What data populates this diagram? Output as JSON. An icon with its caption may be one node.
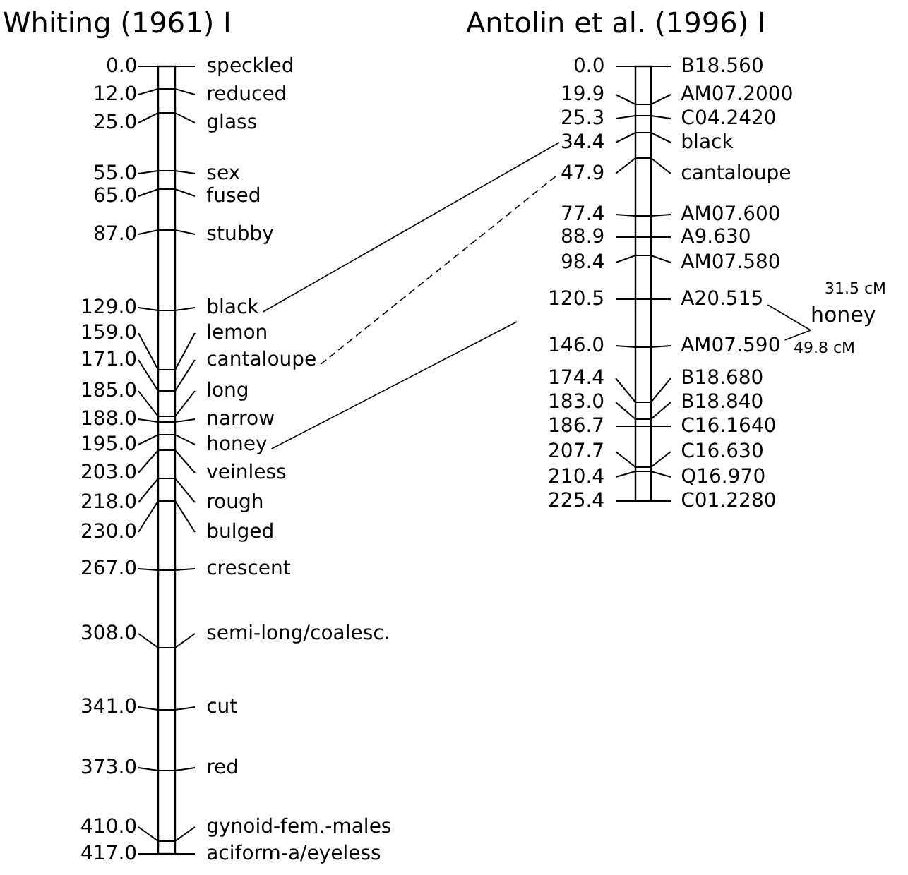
{
  "diagram": {
    "nodes": [
      {
        "text": [
          "0.0",
          "speckled"
        ]
      },
      {
        "text": [
          "12.0",
          "reduced"
        ]
      },
      {
        "text": [
          "25.0",
          "glass"
        ]
      },
      {
        "text": [
          "55.0",
          "sex"
        ]
      },
      {
        "text": [
          "65.0",
          "fused"
        ]
      },
      {
        "text": [
          "87.0",
          "stubby"
        ]
      },
      {
        "text": [
          "129.0",
          "black"
        ]
      },
      {
        "text": [
          "159.0",
          "lemon"
        ]
      },
      {
        "text": [
          "171.0",
          "cantaloupe"
        ]
      },
      {
        "text": [
          "185.0",
          "long"
        ]
      },
      {
        "text": [
          "188.0",
          "narrow"
        ]
      },
      {
        "text": [
          "195.0",
          "honey"
        ]
      },
      {
        "text": [
          "203.0",
          "veinless"
        ]
      },
      {
        "text": [
          "218.0",
          "rough"
        ]
      },
      {
        "text": [
          "230.0",
          "bulged"
        ]
      },
      {
        "text": [
          "267.0",
          "crescent"
        ]
      },
      {
        "text": [
          "308.0",
          "semi-long/coalesc."
        ]
      },
      {
        "text": [
          "341.0",
          "cut"
        ]
      },
      {
        "text": [
          "373.0",
          "red"
        ]
      },
      {
        "text": [
          "410.0",
          "gynoid-fem.-males"
        ]
      },
      {
        "text": [
          "417.0",
          "aciform-a/eyeless"
        ]
      },
      {
        "text": [
          "0.0",
          "B18.560"
        ]
      },
      {
        "text": [
          "19.9",
          "AM07.2000"
        ]
      },
      {
        "text": [
          "25.3",
          "C04.2420"
        ]
      },
      {
        "text": [
          "34.4",
          "black"
        ]
      },
      {
        "text": [
          "47.9",
          "cantaloupe"
        ]
      },
      {
        "text": [
          "77.4",
          "AM07.600"
        ]
      },
      {
        "text": [
          "88.9",
          "A9.630"
        ]
      },
      {
        "text": [
          "98.4",
          "AM07.580"
        ]
      },
      {
        "text": [
          "120.5",
          "A20.515"
        ]
      },
      {
        "text": [
          "146.0",
          "AM07.590"
        ]
      },
      {
        "text": [
          "174.4",
          "B18.680"
        ]
      },
      {
        "text": [
          "183.0",
          "B18.840"
        ]
      },
      {
        "text": [
          "186.7",
          "C16.1640"
        ]
      },
      {
        "text": [
          "207.7",
          "C16.630"
        ]
      },
      {
        "text": [
          "210.4",
          "Q16.970"
        ]
      },
      {
        "text": [
          "225.4",
          "C01.2280"
        ]
      },
      {
        "text": [
          "honey"
        ]
      }
    ],
    "edges": [
      {
        "from": 6,
        "to": 24,
        "arrow": "none"
      },
      {
        "from": 8,
        "to": 25,
        "arrow": "none",
        "style": "dashed"
      },
      {
        "from": 11,
        "to": null,
        "arrow": "none"
      },
      {
        "from": 29,
        "to": 37,
        "arrow": "none",
        "label": "31.5 cM"
      },
      {
        "from": 30,
        "to": 37,
        "arrow": "none",
        "label": "49.8 cM"
      }
    ],
    "labels": [
      "Whiting (1961) I",
      "Antolin et al. (1996) I"
    ]
  }
}
